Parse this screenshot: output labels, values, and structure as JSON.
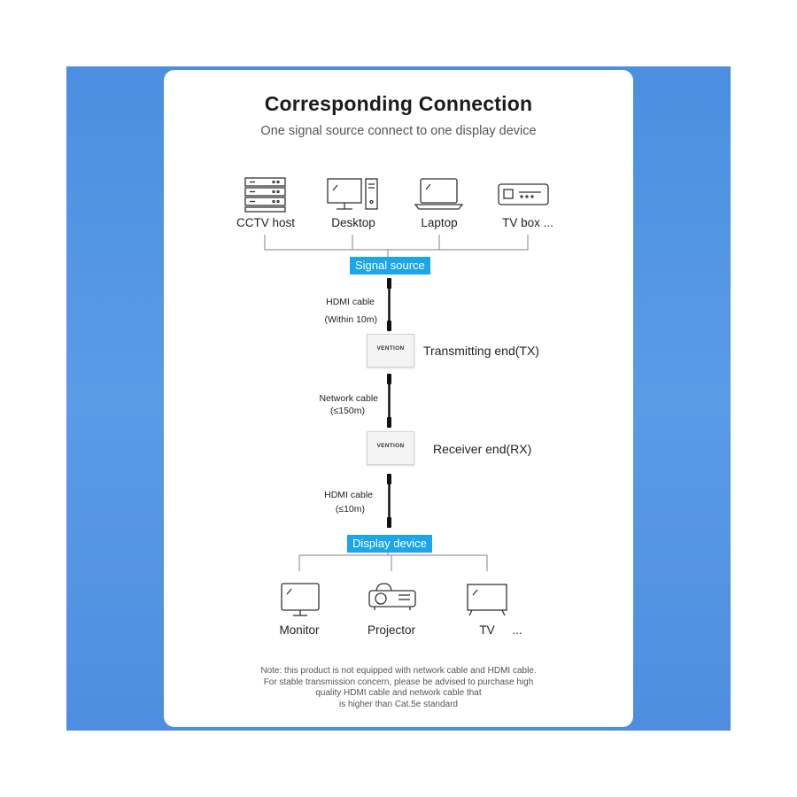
{
  "title": "Corresponding Connection",
  "subtitle": "One signal source connect to one display device",
  "sources": [
    {
      "label": "CCTV host",
      "icon": "server-icon"
    },
    {
      "label": "Desktop",
      "icon": "desktop-icon"
    },
    {
      "label": "Laptop",
      "icon": "laptop-icon"
    },
    {
      "label": "TV box ...",
      "icon": "tv-box-icon"
    }
  ],
  "signal_source_label": "Signal source",
  "cable1": {
    "line1": "HDMI cable",
    "line2": "(Within 10m)"
  },
  "tx": {
    "logo": "VENTION",
    "label": "Transmitting end(TX)"
  },
  "cable2": {
    "line1": "Network cable",
    "line2": "(≤150m)"
  },
  "rx": {
    "logo": "VENTION",
    "label": "Receiver end(RX)"
  },
  "cable3": {
    "line1": "HDMI cable",
    "line2": "(≤10m)"
  },
  "display_device_label": "Display device",
  "displays": [
    {
      "label": "Monitor",
      "icon": "monitor-icon"
    },
    {
      "label": "Projector",
      "icon": "projector-icon"
    },
    {
      "label": "TV",
      "icon": "tv-icon"
    },
    {
      "label": "...",
      "icon": ""
    }
  ],
  "note": [
    "Note: this product is not equipped with network cable and HDMI cable.",
    "For stable transmission concern, please be advised to purchase high",
    "quality HDMI cable and network cable that",
    "is higher than Cat.5e standard"
  ],
  "colors": {
    "background": "#5597e4",
    "card": "#ffffff",
    "tag": "#1aa6e8"
  }
}
